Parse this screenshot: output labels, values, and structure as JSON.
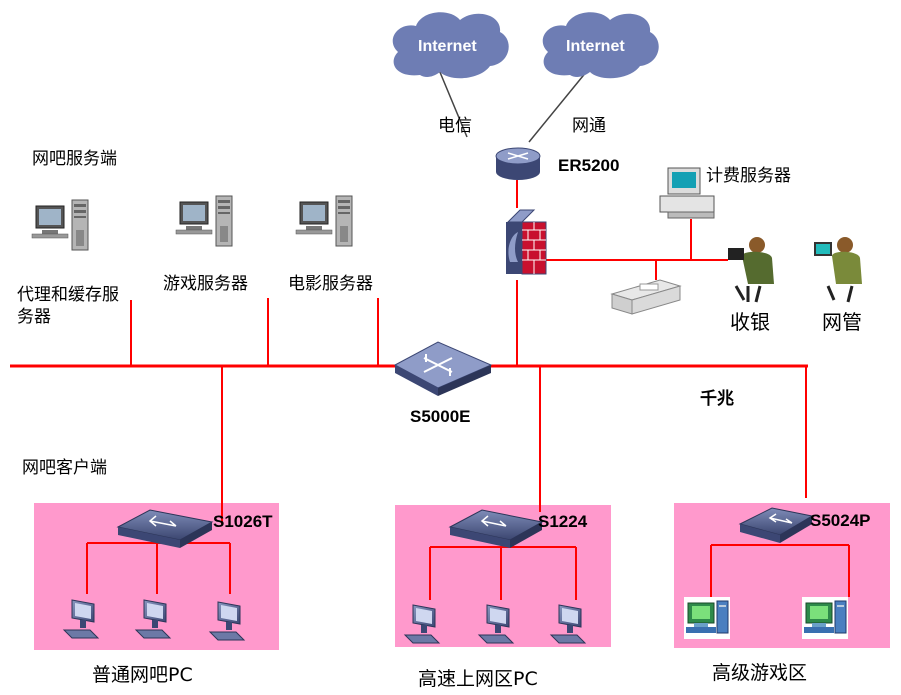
{
  "clouds": [
    "Internet",
    "Internet"
  ],
  "isp_links": {
    "left": "电信",
    "right": "网通"
  },
  "router": "ER5200",
  "server_side": {
    "title": "网吧服务端",
    "servers": [
      "代理和缓存服\n务器",
      "游戏服务器",
      "电影服务器"
    ]
  },
  "billing_server": "计费服务器",
  "staff": [
    "收银",
    "网管"
  ],
  "core_switch": "S5000E",
  "uplink_speed": "千兆",
  "client_side": {
    "title": "网吧客户端",
    "zones": [
      {
        "switch": "S1026T",
        "label": "普通网吧PC"
      },
      {
        "switch": "S1224",
        "label": "高速上网区PC"
      },
      {
        "switch": "S5024P",
        "label": "高级游戏区"
      }
    ]
  },
  "colors": {
    "link": "#ff0000",
    "zone_bg": "#ff99cc",
    "cloud": "#6e7db4",
    "device": "#4a5a86"
  }
}
